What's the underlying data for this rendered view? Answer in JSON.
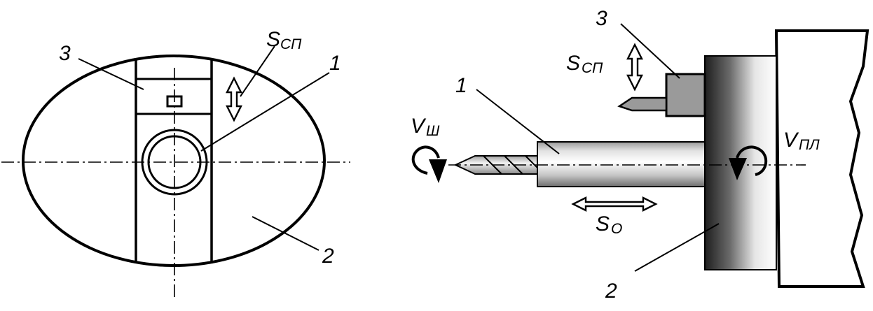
{
  "labels": {
    "front_3": "3",
    "front_1": "1",
    "front_2": "2",
    "front_s_main": "S",
    "front_s_sub": "СП",
    "side_3": "3",
    "side_1": "1",
    "side_2": "2",
    "side_scp_main": "S",
    "side_scp_sub": "СП",
    "side_vsh_main": "V",
    "side_vsh_sub": "Ш",
    "side_vpl_main": "V",
    "side_vpl_sub": "ПЛ",
    "side_so_main": "S",
    "side_so_sub": "O"
  }
}
